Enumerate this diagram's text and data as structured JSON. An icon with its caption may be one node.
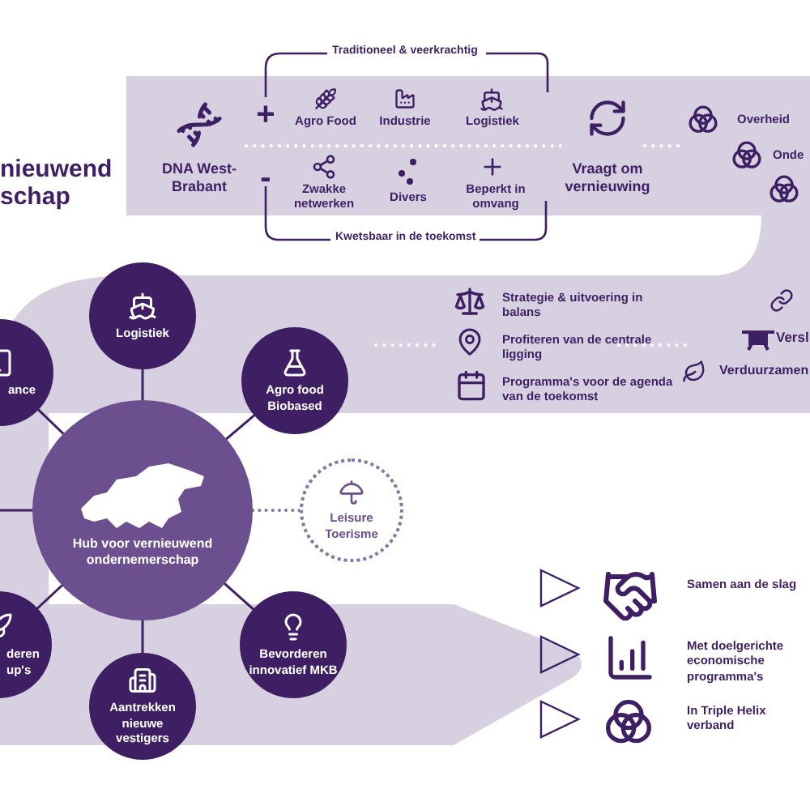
{
  "diagram": {
    "title": "nieuwend schap",
    "nodes": [
      {
        "text": [
          "Hub voor vernieuwend ondernemerschap"
        ]
      },
      {
        "text": [
          "Logistiek"
        ]
      },
      {
        "text": [
          "Agro food Biobased"
        ]
      },
      {
        "text": [
          "ance"
        ]
      },
      {
        "text": [
          "Leisure Toerisme"
        ]
      },
      {
        "text": [
          "deren up's"
        ]
      },
      {
        "text": [
          "Aantrekken nieuwe vestigers"
        ]
      },
      {
        "text": [
          "Bevorderen innovatief MKB"
        ]
      }
    ],
    "edges": [
      {
        "from": 0,
        "to": 1,
        "arrow": "none"
      },
      {
        "from": 0,
        "to": 2,
        "arrow": "none"
      },
      {
        "from": 0,
        "to": 3,
        "arrow": "none"
      },
      {
        "from": 0,
        "to": 4,
        "arrow": "none",
        "style": "dashed"
      },
      {
        "from": 0,
        "to": null,
        "arrow": "none"
      },
      {
        "from": 0,
        "to": 5,
        "arrow": "none"
      },
      {
        "from": 0,
        "to": 6,
        "arrow": "none"
      },
      {
        "from": 0,
        "to": 7,
        "arrow": "none"
      }
    ],
    "labels": [
      "Traditioneel & veerkrachtig",
      "+",
      "Agro Food",
      "Industrie",
      "Logistiek",
      "DNA West-Brabant",
      "-",
      "Zwakke netwerken",
      "Divers",
      "Beperkt in omvang",
      "Vraagt om vernieuwing",
      "Overheid",
      "Onde",
      "Kwetsbaar in de toekomst",
      "Strategie & uitvoering in balans",
      "Profiteren van de centrale ligging",
      "Versl",
      "Programma's voor de agenda van de toekomst",
      "Verduurzamen",
      "Samen aan de slag",
      "Met doelgerichte economische programma's",
      "In Triple Helix verband"
    ]
  }
}
